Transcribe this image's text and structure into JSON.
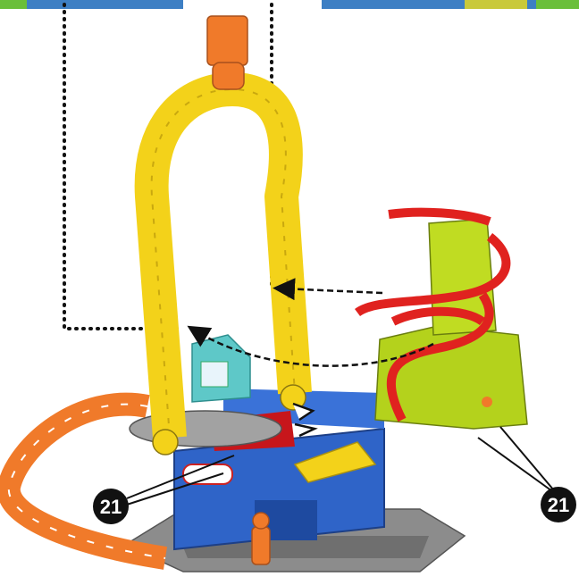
{
  "callouts": [
    {
      "id": "left",
      "number": "21"
    },
    {
      "id": "right",
      "number": "21"
    }
  ],
  "colors": {
    "track_yellow": "#f3d21a",
    "track_orange": "#f07a2a",
    "tower_blue": "#2f64c8",
    "base_gray": "#8c8c8c",
    "spiral_red": "#e0221f",
    "spiral_green": "#b4d21c",
    "display_teal": "#5ec8c8",
    "marker_black": "#111111"
  }
}
